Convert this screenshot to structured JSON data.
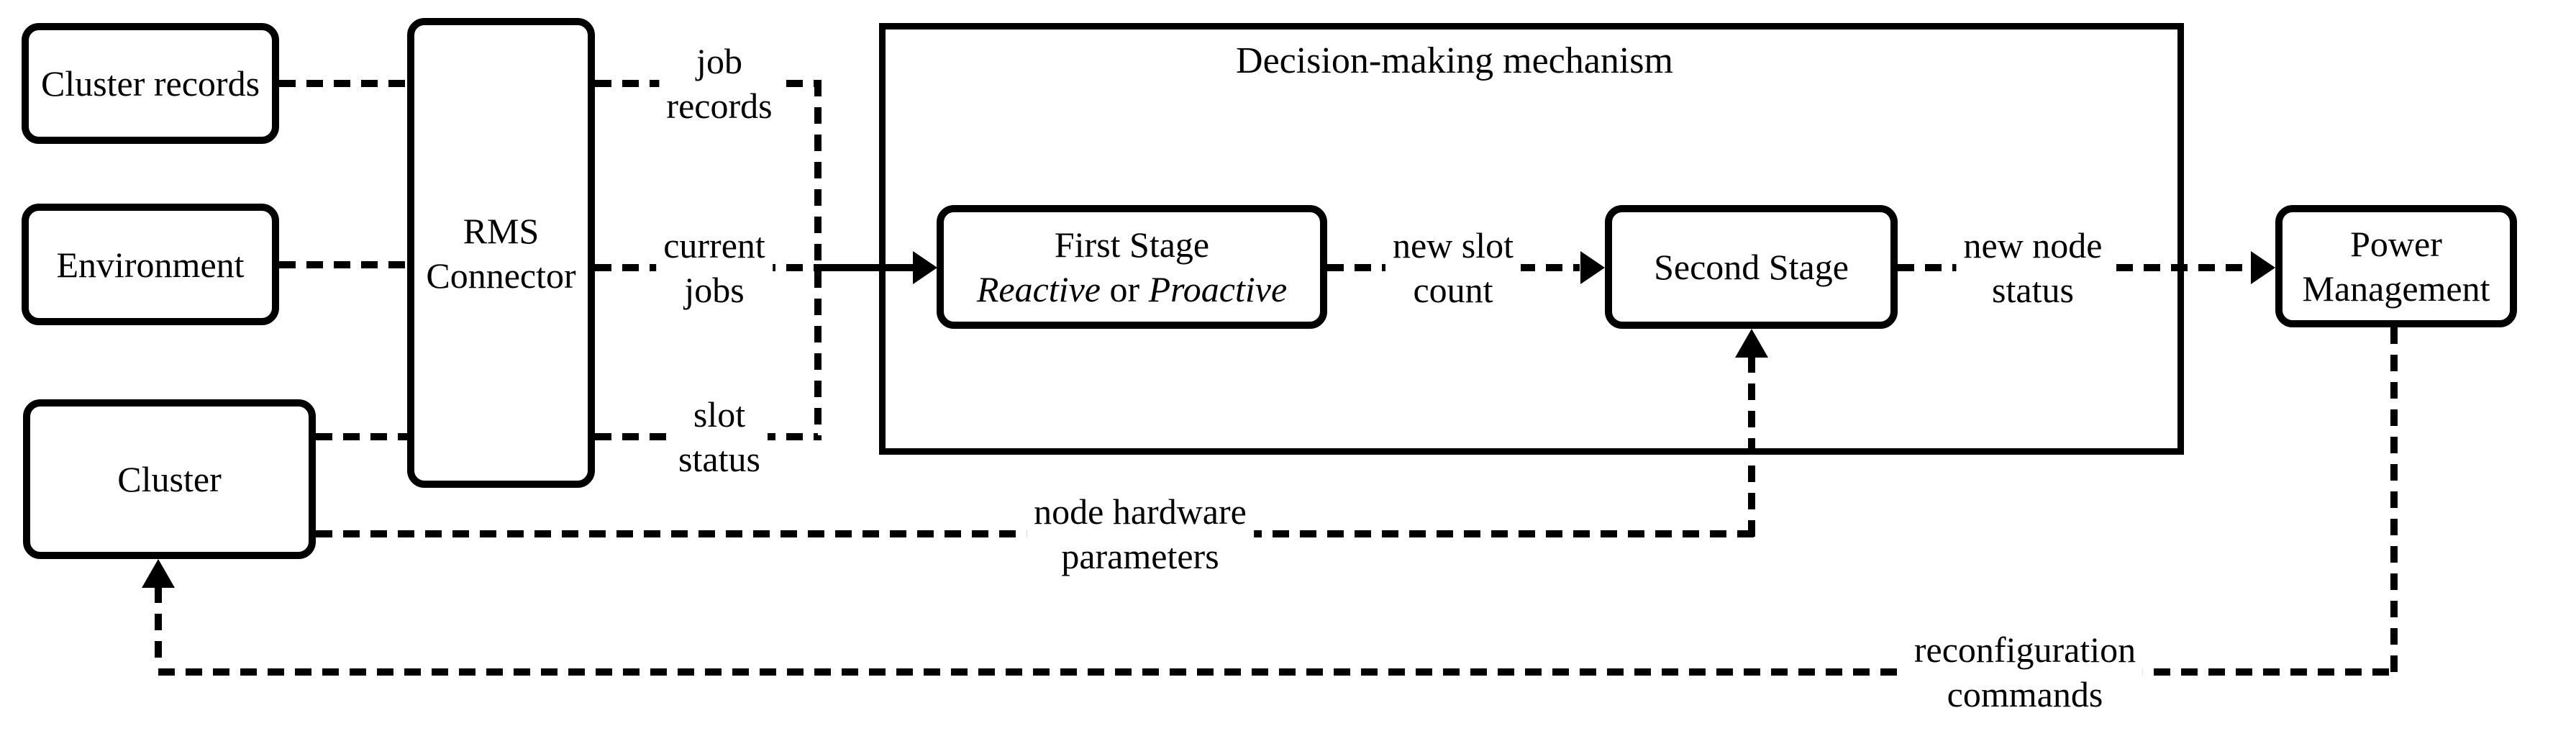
{
  "canvas": {
    "background_color": "#ffffff",
    "ink_color": "#000000"
  },
  "nodes": {
    "cluster_records": {
      "label": "Cluster records"
    },
    "environment": {
      "label": "Environment"
    },
    "cluster": {
      "label": "Cluster"
    },
    "rms_connector": {
      "line1": "RMS",
      "line2": "Connector"
    },
    "first_stage": {
      "line1": "First Stage",
      "line2_italic1": "Reactive",
      "line2_mid": " or ",
      "line2_italic2": "Proactive"
    },
    "second_stage": {
      "label": "Second Stage"
    },
    "power_management": {
      "line1": "Power",
      "line2": "Management"
    }
  },
  "containers": {
    "decision_mechanism": {
      "title": "Decision-making mechanism"
    }
  },
  "edge_labels": {
    "job_records": {
      "line1": "job",
      "line2": "records"
    },
    "current_jobs": {
      "line1": "current",
      "line2": "jobs"
    },
    "slot_status": {
      "line1": "slot",
      "line2": "status"
    },
    "new_slot_count": {
      "line1": "new slot",
      "line2": "count"
    },
    "new_node_status": {
      "line1": "new node",
      "line2": "status"
    },
    "node_hardware_parameters": {
      "line1": "node hardware",
      "line2": "parameters"
    },
    "reconfiguration_commands": {
      "line1": "reconfiguration",
      "line2": "commands"
    }
  }
}
